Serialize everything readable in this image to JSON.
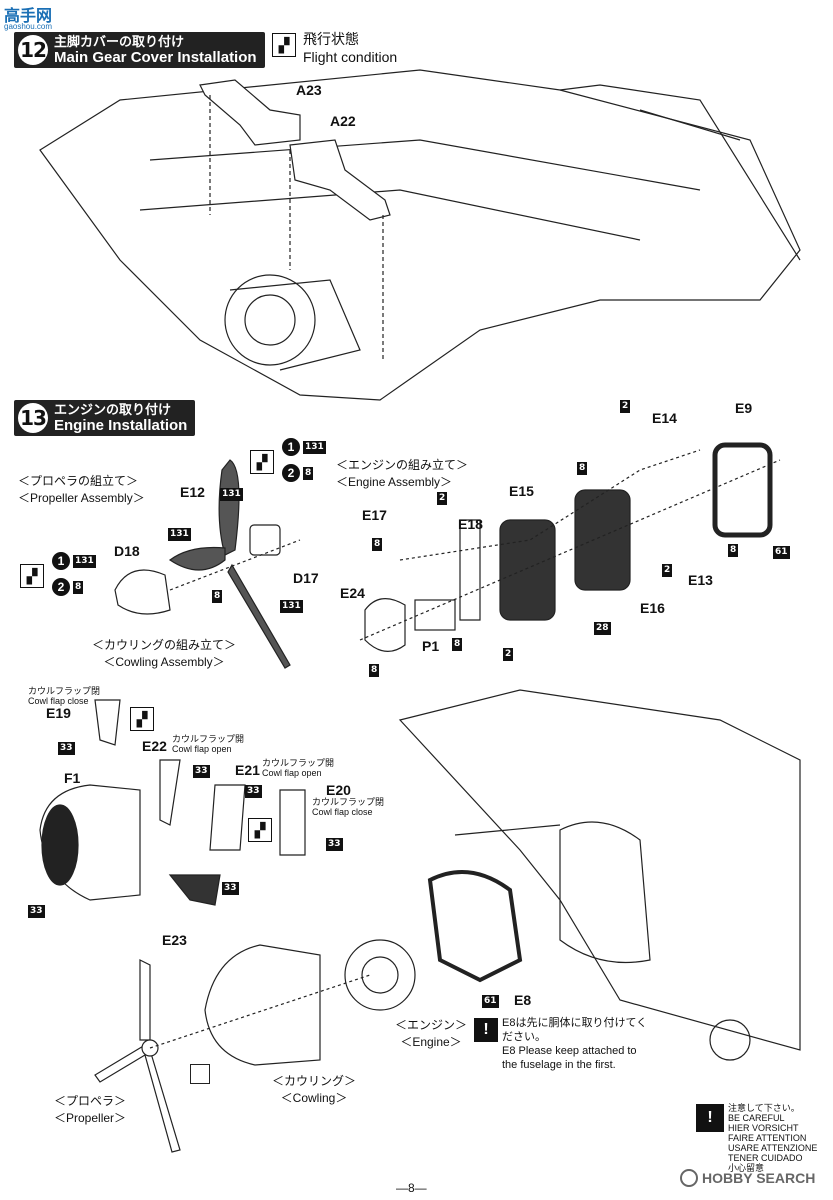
{
  "watermark_top": {
    "site": "高手网",
    "url": "gaoshou.com"
  },
  "step12": {
    "number": "12",
    "title_jp": "主脚カバーの取り付け",
    "title_en": "Main Gear Cover Installation",
    "flight_condition_jp": "飛行状態",
    "flight_condition_en": "Flight condition",
    "parts": [
      "A23",
      "A22"
    ]
  },
  "step13": {
    "number": "13",
    "title_jp": "エンジンの取り付け",
    "title_en": "Engine Installation",
    "propeller_assembly_jp": "＜プロペラの組立て＞",
    "propeller_assembly_en": "＜Propeller Assembly＞",
    "engine_assembly_jp": "＜エンジンの組み立て＞",
    "engine_assembly_en": "＜Engine Assembly＞",
    "cowling_assembly_jp": "＜カウリングの組み立て＞",
    "cowling_assembly_en": "＜Cowling Assembly＞",
    "propeller_jp": "＜プロペラ＞",
    "propeller_en": "＜Propeller＞",
    "cowling_jp": "＜カウリング＞",
    "cowling_en": "＜Cowling＞",
    "engine_jp": "＜エンジン＞",
    "engine_en": "＜Engine＞",
    "paint": {
      "c1": "1",
      "c2": "2",
      "code131": "131",
      "code8": "8",
      "code2": "2",
      "code28": "28",
      "code33": "33",
      "code61": "61"
    },
    "cowl_flap": {
      "close_jp": "カウルフラップ閉",
      "close_en": "Cowl flap close",
      "open_jp": "カウルフラップ開",
      "open_en": "Cowl flap open"
    },
    "e8_note_jp": "E8は先に胴体に取り付けてください。",
    "e8_note_en": "E8 Please keep attached to the fuselage in the first.",
    "parts": {
      "E12": "E12",
      "D18": "D18",
      "D17": "D17",
      "E14": "E14",
      "E9": "E9",
      "E15": "E15",
      "E17": "E17",
      "E18": "E18",
      "E24": "E24",
      "P1": "P1",
      "E13": "E13",
      "E16": "E16",
      "E19": "E19",
      "E22": "E22",
      "E21": "E21",
      "E20": "E20",
      "F1": "F1",
      "E23": "E23",
      "E8": "E8"
    }
  },
  "caution": {
    "lines": [
      "注意して下さい。",
      "BE CAREFUL",
      "HIER VORSICHT",
      "FAIRE ATTENTION",
      "USARE ATTENZIONE",
      "TENER CUIDADO",
      "小心留意"
    ]
  },
  "footer": {
    "page": "—8—",
    "brand": "HOBBY SEARCH"
  }
}
